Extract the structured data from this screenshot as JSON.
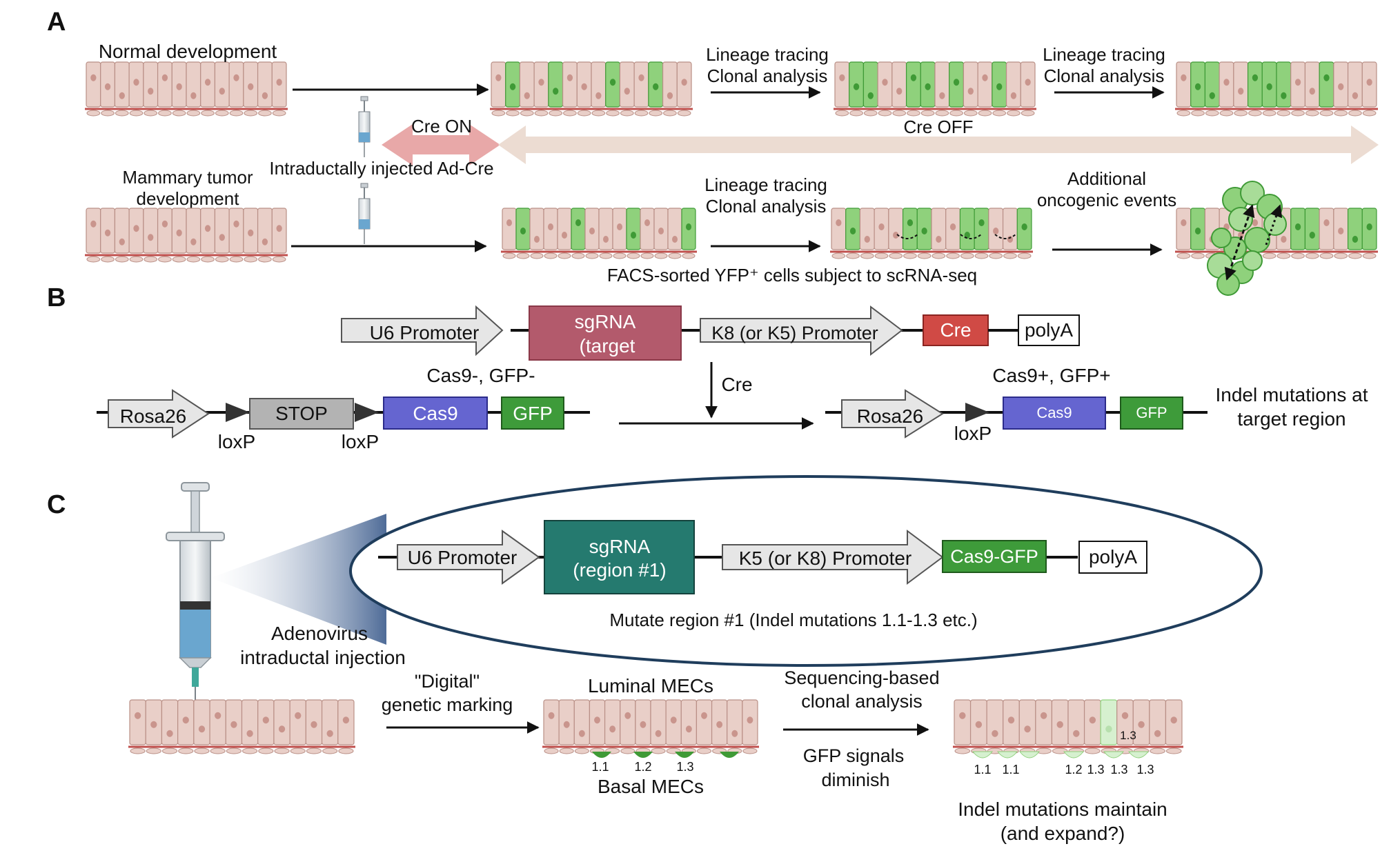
{
  "panels": {
    "a": "A",
    "b": "B",
    "c": "C"
  },
  "panelA": {
    "normal_development": "Normal development",
    "lineage_tracing": "Lineage tracing",
    "clonal_analysis": "Clonal analysis",
    "cre_on": "Cre ON",
    "cre_off": "Cre OFF",
    "injected_ad_cre": "Intraductally injected Ad-Cre",
    "mammary_tumor_line1": "Mammary tumor",
    "mammary_tumor_line2": "development",
    "additional_line1": "Additional",
    "additional_line2": "oncogenic events",
    "facs_sorted": "FACS-sorted YFP⁺ cells subject to scRNA-seq"
  },
  "panelB": {
    "u6_promoter": "U6 Promoter",
    "sgrna_line1": "sgRNA",
    "sgrna_line2": "(target",
    "k8_promoter": "K8 (or K5) Promoter",
    "cre": "Cre",
    "polya": "polyA",
    "cre_arrow_label": "Cre",
    "rosa26": "Rosa26",
    "stop": "STOP",
    "cas9": "Cas9",
    "gfp": "GFP",
    "loxp": "loxP",
    "cas9_neg_gfp_neg": "Cas9-, GFP-",
    "cas9_pos_gfp_pos": "Cas9+, GFP+",
    "indel_line1": "Indel mutations at",
    "indel_line2": "target region"
  },
  "panelC": {
    "u6_promoter": "U6 Promoter",
    "sgrna_line1": "sgRNA",
    "sgrna_line2": "(region #1)",
    "k5_promoter": "K5 (or K8) Promoter",
    "cas9_gfp": "Cas9-GFP",
    "polya": "polyA",
    "mutate_region": "Mutate region #1  (Indel mutations 1.1-1.3 etc.)",
    "adenovirus_line1": "Adenovirus",
    "adenovirus_line2": "intraductal injection",
    "digital_line1": "\"Digital\"",
    "digital_line2": "genetic marking",
    "luminal_mecs": "Luminal MECs",
    "basal_mecs": "Basal MECs",
    "sequencing_line1": "Sequencing-based",
    "sequencing_line2": "clonal analysis",
    "gfp_signals_line1": "GFP signals",
    "gfp_signals_line2": "diminish",
    "indel_maintain_line1": "Indel mutations maintain",
    "indel_maintain_line2": "(and expand?)",
    "marked_labels": [
      "1.1",
      "1.2",
      "1.3"
    ],
    "expanded_labels": [
      "1.1",
      "1.1",
      "1.2",
      "1.3",
      "1.3",
      "1.3"
    ],
    "luminal_label": "1.3"
  },
  "colors": {
    "cell_fill": "#e9cfc8",
    "cell_stroke": "#b98f86",
    "nucleus": "#c9958d",
    "basement": "#c0504d",
    "green_cell": "#8fd17c",
    "green_dark": "#3f9a36",
    "pale_green": "#d6f0cf",
    "pink_arrow": "#e8a8a8",
    "beige_arrow": "#ecdcd2",
    "sgrna_b": "#b35a6c",
    "sgrna_c": "#257a6f",
    "cre_red": "#d04a45",
    "cas9_purple": "#6565d0",
    "gfp_green": "#3e9b3a",
    "stop_grey": "#b3b3b3",
    "promoter_grey": "#e6e6e6",
    "ellipse_stroke": "#1f3d5c",
    "syringe_blue": "#6aa6cf"
  }
}
